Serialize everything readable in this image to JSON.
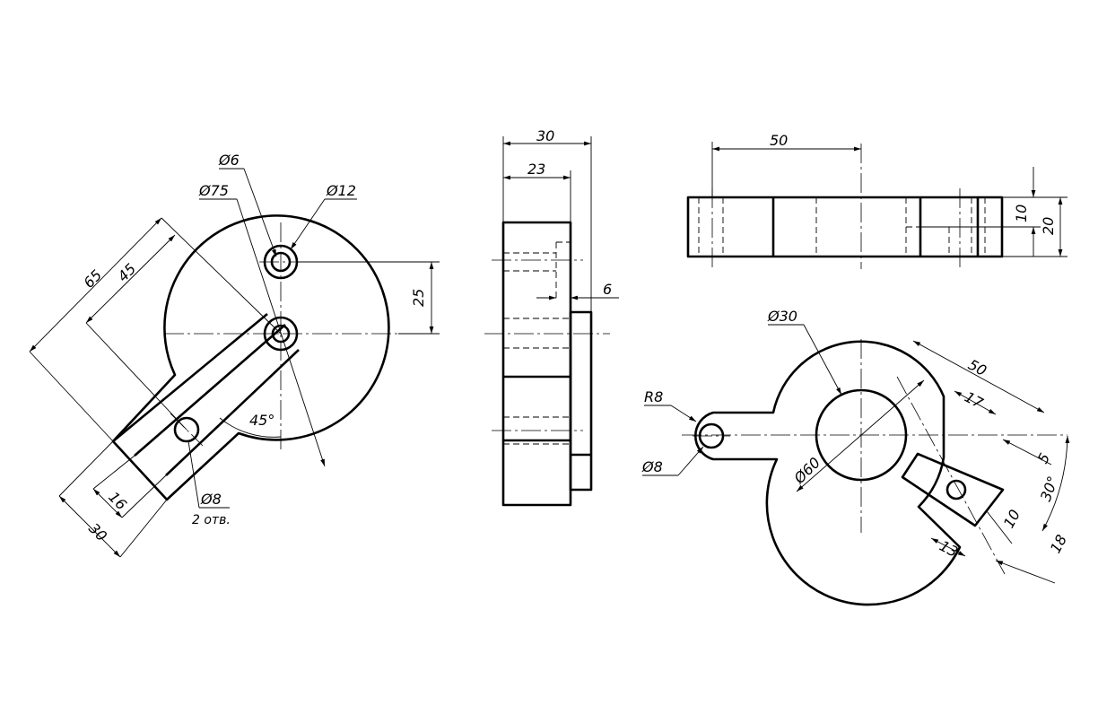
{
  "drawing": {
    "front_view": {
      "overall_length": "65",
      "slot_length": "45",
      "height_offset": "25",
      "slot_width": "16",
      "arm_width": "30",
      "arm_angle": "45°",
      "outer_diameter": "Ø75",
      "hole_small": "Ø6",
      "boss": "Ø12",
      "hole_slot": "Ø8",
      "hole_count_note": "2 отв."
    },
    "side_view": {
      "total_thickness": "30",
      "body_thickness": "23",
      "step": "6"
    },
    "top_view": {
      "length": "50",
      "height_upper": "10",
      "height_total": "20"
    },
    "rotated_view": {
      "length": "50",
      "boss_diameter": "Ø30",
      "outer_diameter": "Ø60",
      "radius": "R8",
      "hole": "Ø8",
      "slot_offset": "17",
      "offset_5": "5",
      "angle": "30°",
      "slot_width": "10",
      "slot_depth": "13",
      "arm_width": "18"
    }
  }
}
